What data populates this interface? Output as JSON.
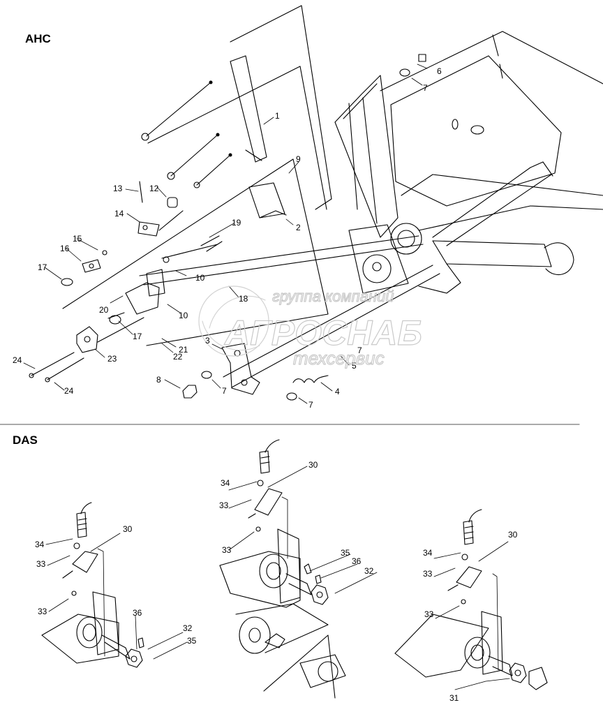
{
  "sections": {
    "ahc": {
      "title": "AHC"
    },
    "das": {
      "title": "DAS"
    }
  },
  "watermark": {
    "company_line": "группа компаний",
    "brand": "АГРОСНАБ",
    "service": "техсервис"
  },
  "callouts": {
    "ahc": [
      "1",
      "2",
      "3",
      "4",
      "5",
      "6",
      "7",
      "7",
      "7",
      "7",
      "8",
      "9",
      "10",
      "10",
      "12",
      "13",
      "14",
      "15",
      "16",
      "17",
      "17",
      "18",
      "19",
      "20",
      "21",
      "22",
      "23",
      "24",
      "24"
    ],
    "das_left": [
      "30",
      "32",
      "33",
      "33",
      "34",
      "35",
      "36"
    ],
    "das_middle": [
      "30",
      "32",
      "33",
      "33",
      "34",
      "35",
      "36"
    ],
    "das_right": [
      "30",
      "31",
      "33",
      "33",
      "34"
    ]
  },
  "colors": {
    "line": "#000000",
    "watermark": "#c9c9c9",
    "background": "#ffffff"
  }
}
